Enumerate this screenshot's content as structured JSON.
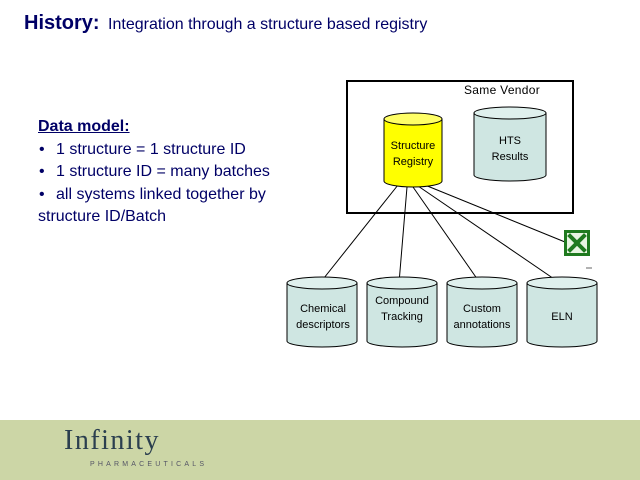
{
  "title": {
    "main": "History:",
    "sub": "Integration through a structure based registry"
  },
  "data_model": {
    "heading": "Data model:",
    "bullets": [
      "1 structure = 1 structure ID",
      "1 structure ID = many batches",
      "all systems linked together by"
    ],
    "continuation": "structure ID/Batch"
  },
  "diagram": {
    "vendor_box_label": "Same Vendor",
    "structure_registry": {
      "line1": "Structure",
      "line2": "Registry",
      "fill": "#ffff00"
    },
    "hts_results": {
      "line1": "HTS",
      "line2": "Results",
      "fill": "#cfe6e2"
    },
    "chemical_descriptors": {
      "line1": "Chemical",
      "line2": "descriptors",
      "fill": "#cfe6e2"
    },
    "compound_tracking": {
      "line1": "Compound",
      "line2": "Tracking",
      "fill": "#cfe6e2"
    },
    "custom_annotations": {
      "line1": "Custom",
      "line2": "annotations",
      "fill": "#cfe6e2"
    },
    "eln": {
      "label": "ELN",
      "fill": "#cfe6e2"
    },
    "excel_icon": "excel-icon"
  },
  "footer": {
    "logo": "Infinity",
    "logo_sub": "PHARMACEUTICALS",
    "background": "#ccd6a6"
  }
}
